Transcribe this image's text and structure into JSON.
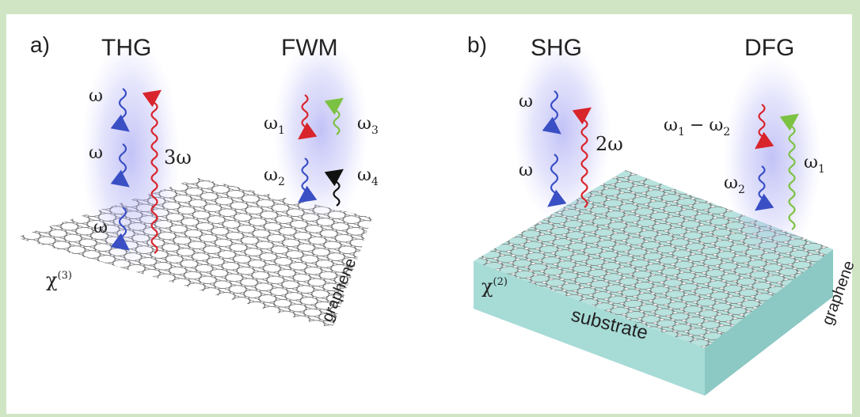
{
  "panel_a": {
    "letter": "a)",
    "processes": [
      {
        "title": "THG",
        "labels": {
          "in1": "ω",
          "in2": "ω",
          "in3": "ω",
          "out": "3ω"
        }
      },
      {
        "title": "FWM",
        "labels": {
          "in1": "ω",
          "in1_sub": "1",
          "in2": "ω",
          "in2_sub": "2",
          "out1": "ω",
          "out1_sub": "3",
          "out2": "ω",
          "out2_sub": "4"
        }
      }
    ],
    "chi": {
      "symbol": "χ",
      "order": "(3)"
    },
    "sheet_label": "graphene"
  },
  "panel_b": {
    "letter": "b)",
    "processes": [
      {
        "title": "SHG",
        "labels": {
          "in1": "ω",
          "in2": "ω",
          "out": "2ω"
        }
      },
      {
        "title": "DFG",
        "labels": {
          "in_a": "ω",
          "in_a_sub": "1",
          "minus": "−",
          "in_b": "ω",
          "in_b_sub": "2",
          "in2": "ω",
          "in2_sub": "2",
          "out": "ω",
          "out_sub": "1"
        }
      }
    ],
    "chi": {
      "symbol": "χ",
      "order": "(2)"
    },
    "sheet_label": "graphene",
    "substrate_label": "substrate"
  },
  "colors": {
    "border": "#cfe5c4",
    "incoming": "#3a4fc4",
    "outgoing_red": "#d8242b",
    "outgoing_green": "#7cc242",
    "outgoing_black": "#111111",
    "substrate": "#9fd3cf",
    "glow": "#8f8ff0"
  }
}
